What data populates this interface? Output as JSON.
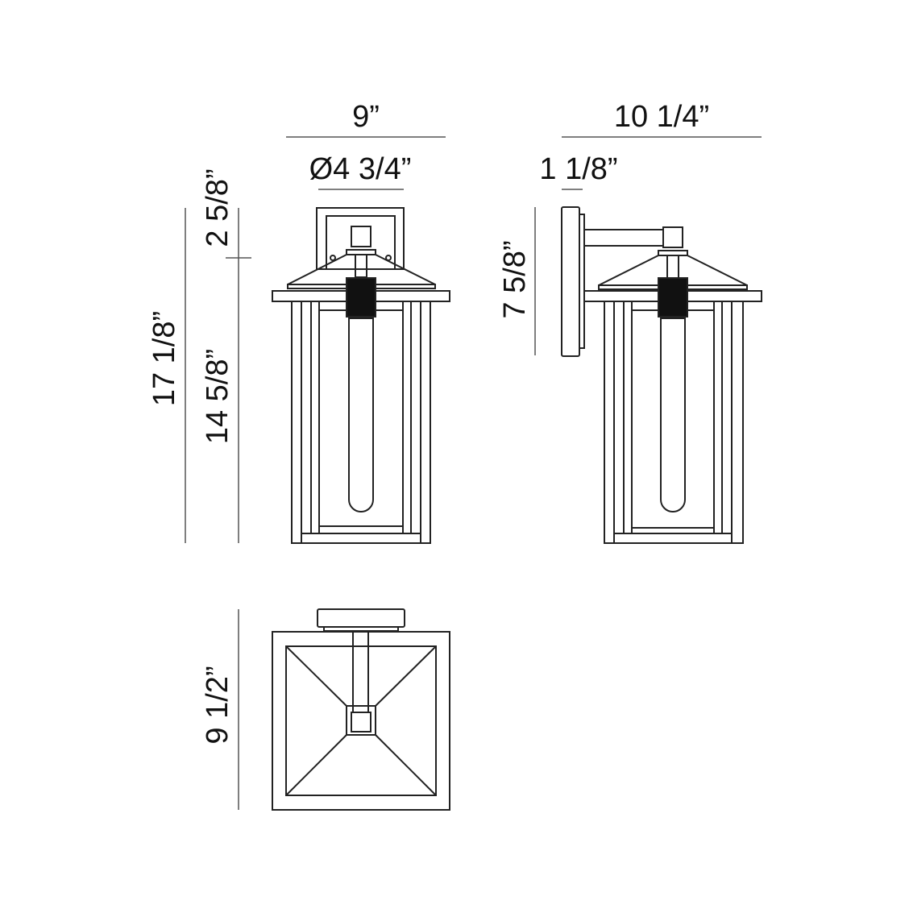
{
  "diagram": {
    "title": "Outdoor wall lantern dimension drawing",
    "colors": {
      "line": "#222222",
      "dim_line": "#555555",
      "text": "#111111",
      "background": "#ffffff"
    },
    "front_view": {
      "width_label": "9”",
      "backplate_label": "Ø4 3/4”",
      "overall_height_label": "17 1/8”",
      "top_offset_label": "2 5/8”",
      "body_height_label": "14 5/8”"
    },
    "side_view": {
      "extension_label": "10 1/4”",
      "backplate_depth_label": "1 1/8”",
      "backplate_height_label": "7 5/8”"
    },
    "top_view": {
      "depth_label": "9 1/2”"
    }
  }
}
